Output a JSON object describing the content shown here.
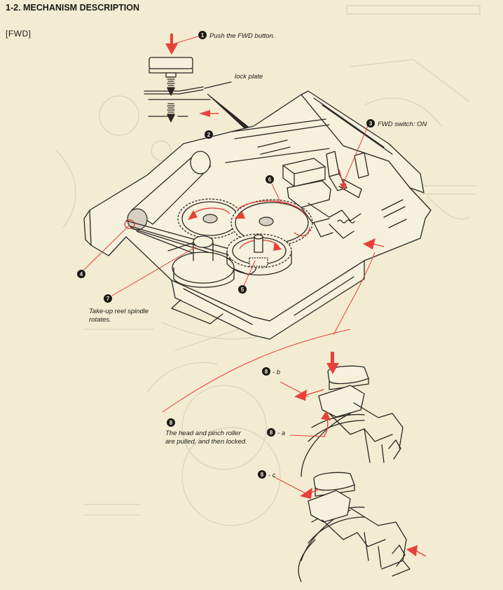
{
  "header": {
    "title": "1-2.  MECHANISM DESCRIPTION",
    "subtitle": "[FWD]"
  },
  "callouts": {
    "c1": {
      "number": "1",
      "text": "Push the FWD button."
    },
    "lock_plate": {
      "text": "lock plate"
    },
    "c2": {
      "number": "2"
    },
    "c3": {
      "number": "3",
      "text": "FWD switch:  ON"
    },
    "c4": {
      "number": "4"
    },
    "c5": {
      "number": "5"
    },
    "c6": {
      "number": "6"
    },
    "c7": {
      "number": "7",
      "text_line1": "Take-up reel spindle",
      "text_line2": "rotates."
    },
    "c8": {
      "number": "8",
      "text_line1": "The head and pinch roller",
      "text_line2": "are pulled, and then locked."
    },
    "c8a": {
      "number": "8",
      "suffix": "- a"
    },
    "c8b": {
      "number": "8",
      "suffix": "- b"
    },
    "c8c": {
      "number": "8",
      "suffix": "- c"
    }
  },
  "colors": {
    "accent": "#e8403a",
    "ink": "#2a2724",
    "paper": "#f3ecd2"
  }
}
